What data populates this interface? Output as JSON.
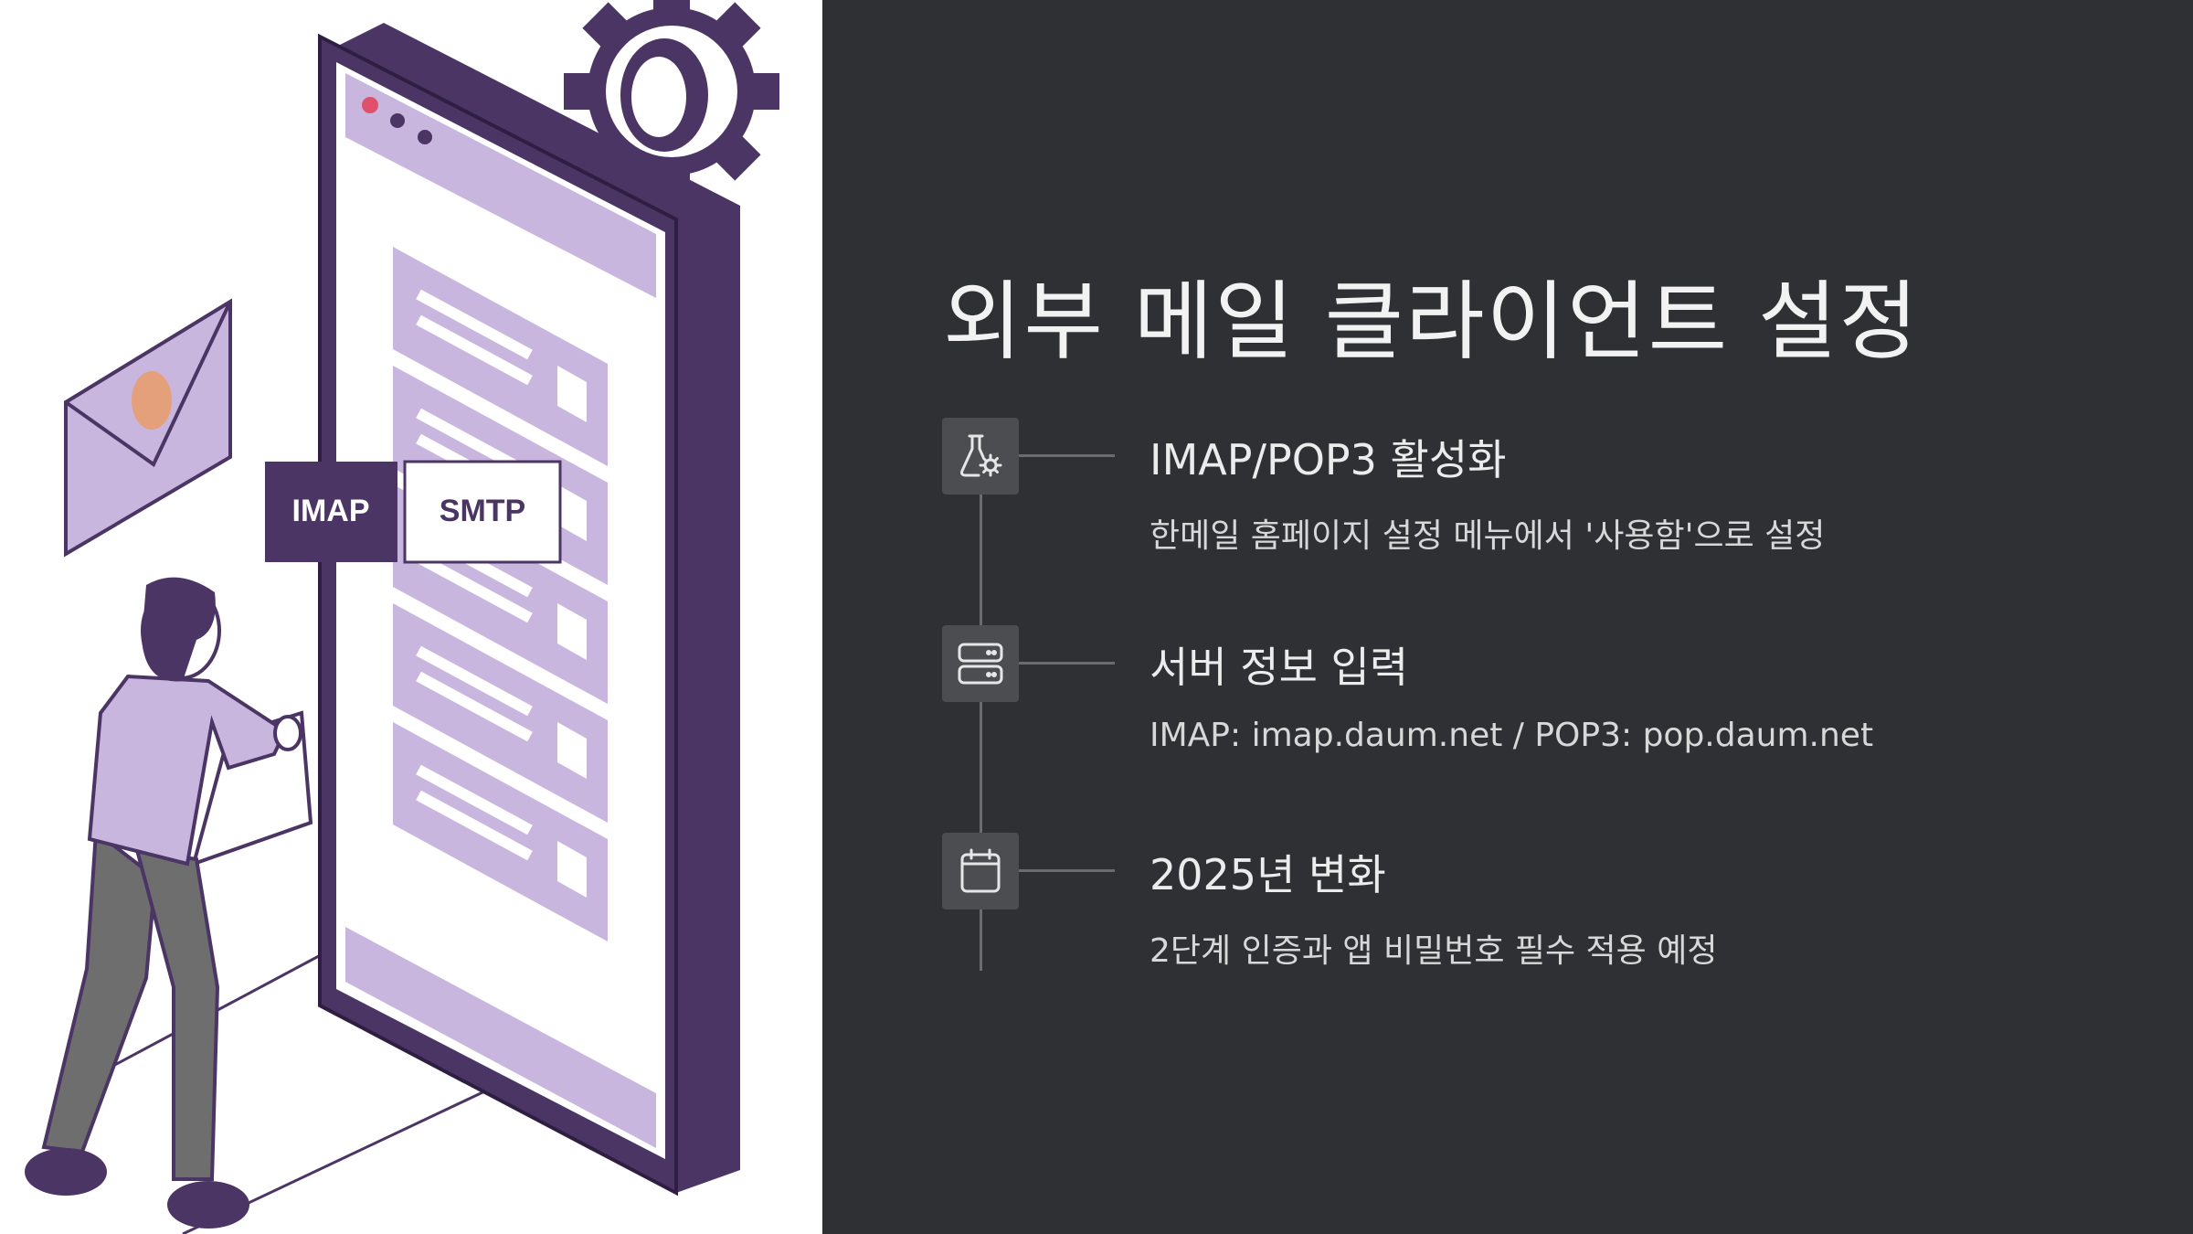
{
  "illustration": {
    "tags": [
      "IMAP",
      "SMTP"
    ]
  },
  "slide": {
    "title": "외부 메일 클라이언트 설정",
    "steps": [
      {
        "icon": "flask-gear-icon",
        "title": "IMAP/POP3 활성화",
        "description": "한메일 홈페이지 설정 메뉴에서 '사용함'으로 설정"
      },
      {
        "icon": "server-icon",
        "title": "서버 정보 입력",
        "description": "IMAP: imap.daum.net / POP3: pop.daum.net"
      },
      {
        "icon": "calendar-icon",
        "title": "2025년 변화",
        "description": "2단계 인증과 앱 비밀번호 필수 적용 예정"
      }
    ]
  },
  "colors": {
    "panel": "#2e3033",
    "accent_purple": "#4b3564",
    "light_purple": "#c8b6de"
  }
}
